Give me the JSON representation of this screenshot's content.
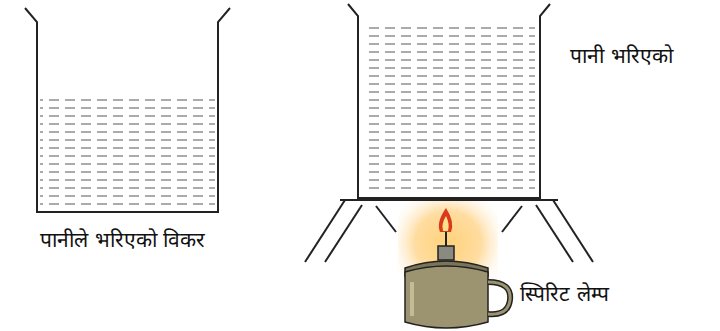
{
  "diagram": {
    "labels": [
      "पानीले भरिएको विकर",
      "पानी भरिएको",
      "स्पिरिट लेम्प"
    ]
  }
}
